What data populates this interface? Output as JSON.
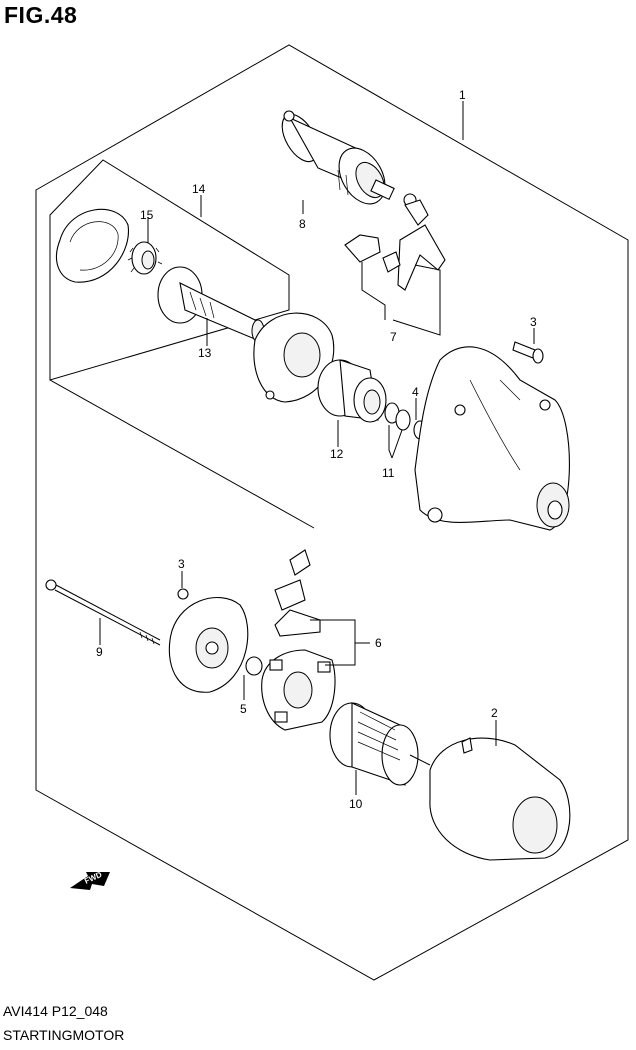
{
  "header": {
    "title": "FIG.48"
  },
  "footer": {
    "code": "AVI414 P12_048",
    "name": "STARTINGMOTOR"
  },
  "fwd_label": "FWD",
  "callouts": [
    "1",
    "2",
    "3",
    "3",
    "4",
    "5",
    "6",
    "7",
    "8",
    "9",
    "10",
    "11",
    "12",
    "13",
    "14",
    "15"
  ]
}
